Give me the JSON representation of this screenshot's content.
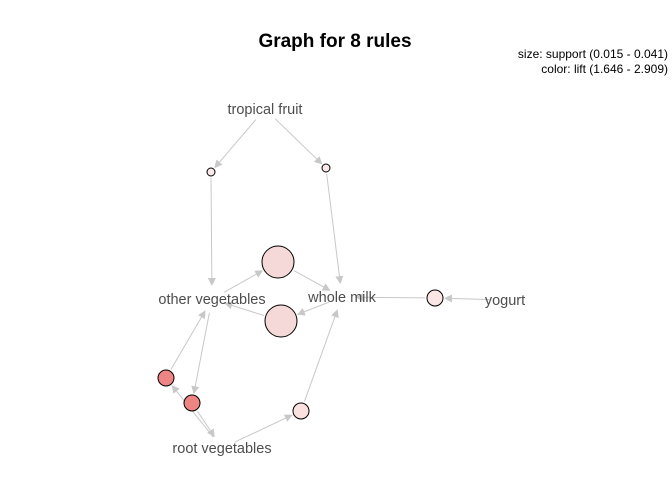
{
  "graph": {
    "title": "Graph for 8 rules",
    "legend_size": "size: support (0.015 - 0.041)",
    "legend_color": "color: lift (1.646 - 2.909)"
  },
  "items": [
    {
      "id": "tropical_fruit",
      "label": "tropical fruit"
    },
    {
      "id": "other_vegetables",
      "label": "other vegetables"
    },
    {
      "id": "whole_milk",
      "label": "whole milk"
    },
    {
      "id": "yogurt",
      "label": "yogurt"
    },
    {
      "id": "root_vegetables",
      "label": "root vegetables"
    }
  ],
  "rules": [
    {
      "id": "r1",
      "lhs": [
        "tropical_fruit"
      ],
      "rhs": "other_vegetables",
      "size": "small",
      "color": "#fbe9e9"
    },
    {
      "id": "r2",
      "lhs": [
        "tropical_fruit"
      ],
      "rhs": "whole_milk",
      "size": "small",
      "color": "#fbe9e9"
    },
    {
      "id": "r3",
      "lhs": [
        "other_vegetables"
      ],
      "rhs": "whole_milk",
      "size": "large",
      "color": "#f5d9d9"
    },
    {
      "id": "r4",
      "lhs": [
        "whole_milk"
      ],
      "rhs": "other_vegetables",
      "size": "large",
      "color": "#f5d9d9"
    },
    {
      "id": "r5",
      "lhs": [
        "yogurt"
      ],
      "rhs": "whole_milk",
      "size": "medium",
      "color": "#fbe6e6"
    },
    {
      "id": "r6",
      "lhs": [
        "root_vegetables"
      ],
      "rhs": "other_vegetables",
      "size": "medium",
      "color": "#ee8585"
    },
    {
      "id": "r7",
      "lhs": [
        "other_vegetables"
      ],
      "rhs": "root_vegetables",
      "size": "medium",
      "color": "#ee8585"
    },
    {
      "id": "r8",
      "lhs": [
        "root_vegetables"
      ],
      "rhs": "whole_milk",
      "size": "medium",
      "color": "#fbe0e0"
    }
  ]
}
